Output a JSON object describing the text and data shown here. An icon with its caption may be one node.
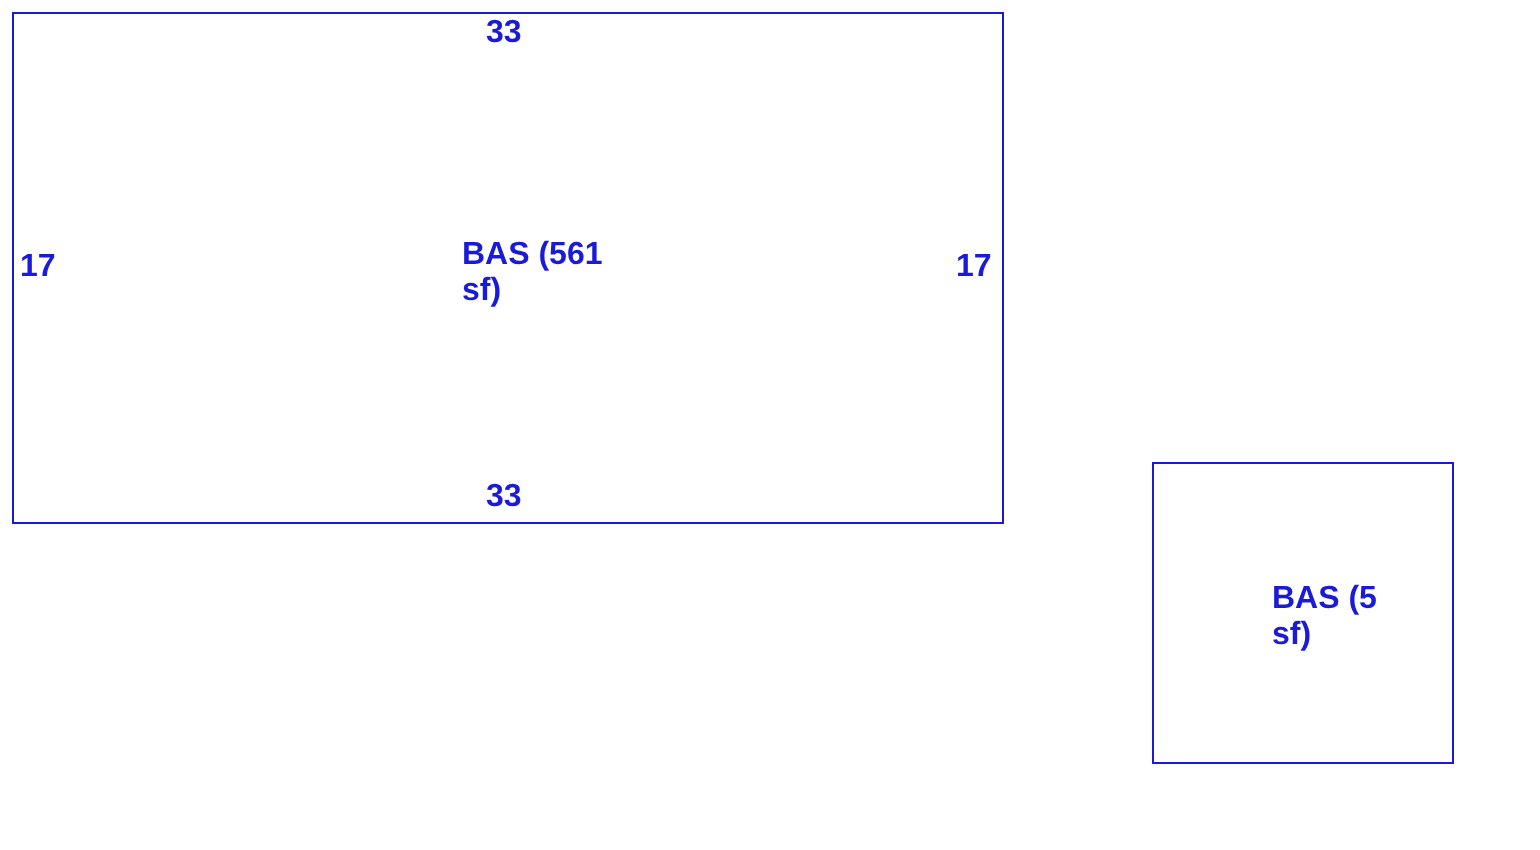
{
  "diagram": {
    "nodes": [
      {
        "text": [
          "BAS (561 sf)"
        ]
      },
      {
        "text": [
          "BAS (5 sf)"
        ]
      }
    ],
    "edges": [],
    "labels": [
      "33",
      "17",
      "17",
      "33"
    ]
  }
}
